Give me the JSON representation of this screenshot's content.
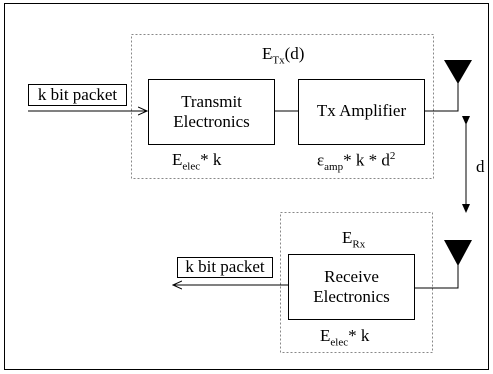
{
  "transmitter": {
    "energy_label_main": "E",
    "energy_label_sub": "Tx",
    "energy_label_suffix": "(d)",
    "transmit_box_line1": "Transmit",
    "transmit_box_line2": "Electronics",
    "amplifier_box": "Tx Amplifier",
    "elec_formula_main": "E",
    "elec_formula_sub": "elec",
    "elec_formula_suffix": "* k",
    "amp_formula_main": "ε",
    "amp_formula_sub": "amp",
    "amp_formula_mid": "* k * d",
    "amp_formula_sup": "2"
  },
  "input_packet_label": "k bit packet",
  "distance_label": "d",
  "receiver": {
    "energy_label_main": "E",
    "energy_label_sub": "Rx",
    "receive_box_line1": "Receive",
    "receive_box_line2": "Electronics",
    "elec_formula_main": "E",
    "elec_formula_sub": "elec",
    "elec_formula_suffix": "* k"
  },
  "output_packet_label": "k bit packet"
}
